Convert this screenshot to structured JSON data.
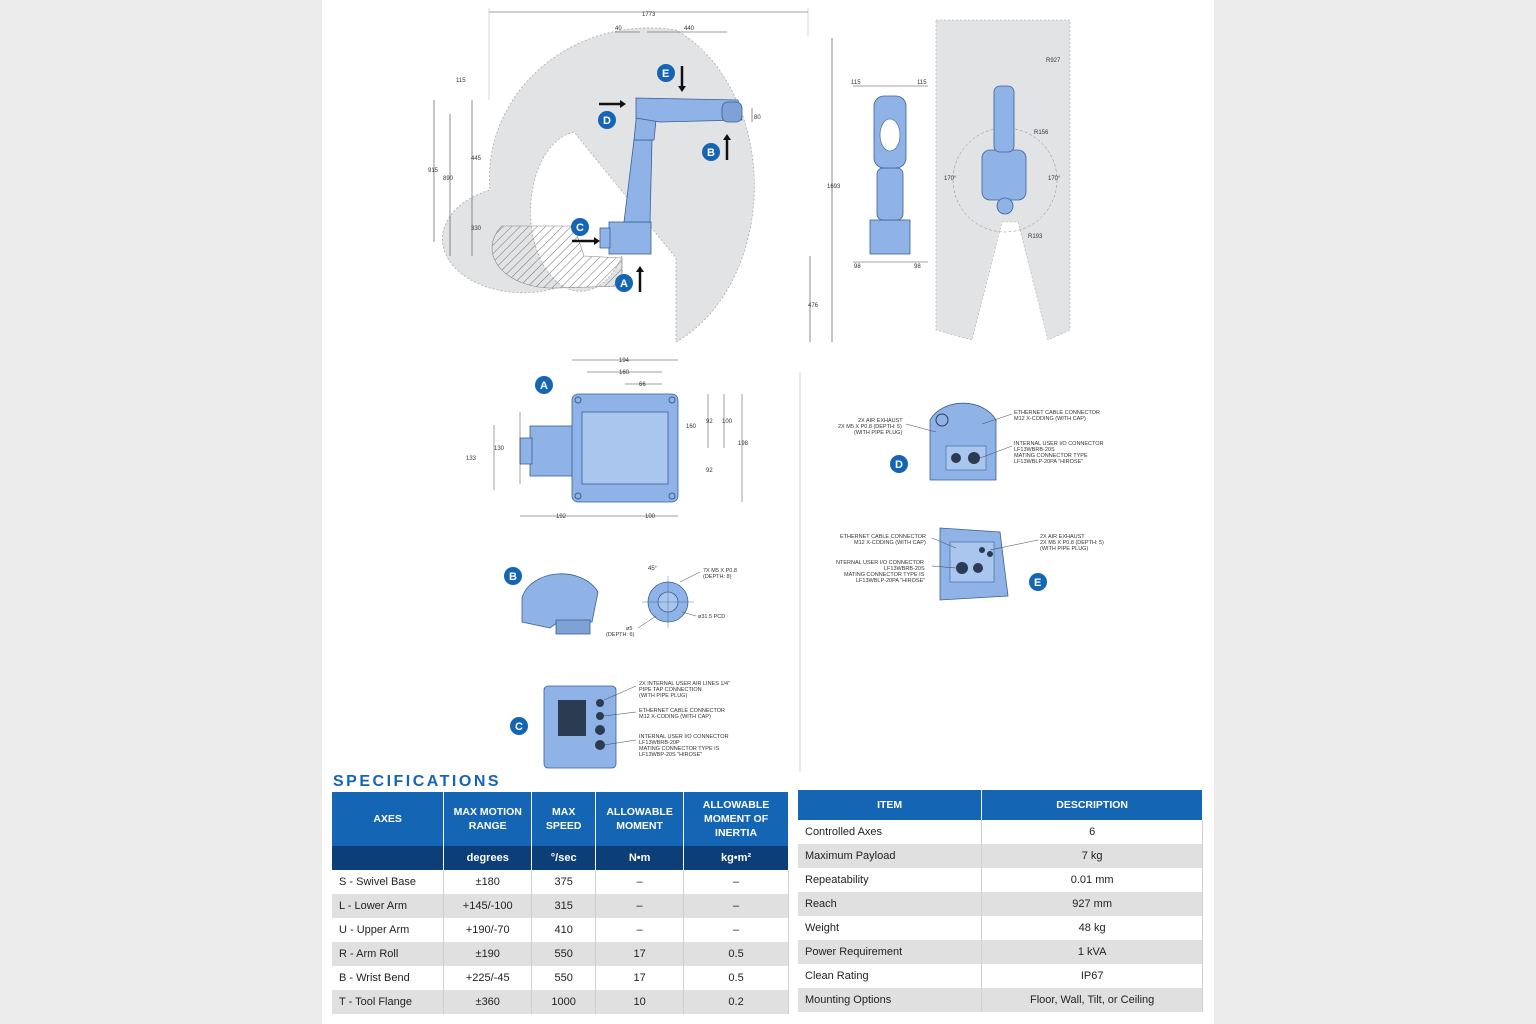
{
  "colors": {
    "accent": "#1565b5",
    "dark_blue": "#0c3e78",
    "robot_blue": "#8fb3e6",
    "envelope_gray": "#e2e3e4"
  },
  "drawing": {
    "side_dims": [
      "1773",
      "40",
      "440",
      "115",
      "915",
      "890",
      "445",
      "330",
      "80",
      "1693",
      "476"
    ],
    "front_dims": [
      "115",
      "115",
      "98",
      "98"
    ],
    "top_dims": [
      "R927",
      "R156",
      "170°",
      "170°",
      "R193"
    ],
    "base_dims": [
      "194",
      "160",
      "66",
      "160",
      "92",
      "100",
      "198",
      "92",
      "130",
      "133",
      "192",
      "100"
    ],
    "flange_dims": [
      "45°"
    ],
    "markers": [
      "A",
      "B",
      "C",
      "D",
      "E"
    ],
    "notes": {
      "b_bolts": [
        "7X M5 X P0.8",
        "(DEPTH: 8)"
      ],
      "b_pcd": "ø31.5 PCD",
      "b_hole": [
        "ø5",
        "(DEPTH: 6)"
      ],
      "c_air": [
        "2X INTERNAL USER AIR LINES 1/4\"",
        "PIPE TAP CONNECTION",
        "(WITH PIPE PLUG)"
      ],
      "c_eth": [
        "ETHERNET CABLE CONNECTOR",
        "M12 X-CODING (WITH CAP)"
      ],
      "c_io": [
        "INTERNAL USER I/O CONNECTOR",
        "LF13WBRB-20P",
        "MATING CONNECTOR TYPE IS",
        "LF13WBP-20S \"HIROSE\""
      ],
      "d_air": [
        "2X AIR EXHAUST",
        "2X M5 X P0.8 (DEPTH: 5)",
        "(WITH PIPE PLUG)"
      ],
      "d_eth": [
        "ETHERNET CABLE CONNECTOR",
        "M12 X-CODING (WITH CAP)"
      ],
      "d_io": [
        "INTERNAL USER I/O CONNECTOR",
        "LF13WBRB-20S",
        "MATING CONNECTOR TYPE",
        "LF13WBLP-20PA \"HIROSE\""
      ],
      "e_eth": [
        "ETHERNET CABLE CONNECTOR",
        "M12 X-CODING (WITH CAP)"
      ],
      "e_io": [
        "NTERNAL USER I/O CONNECTOR",
        "LF13WBRB-20S",
        "MATING CONNECTOR TYPE IS",
        "LF13WBLP-20PA \"HIROSE\""
      ],
      "e_air": [
        "2X AIR EXHAUST",
        "2X M5 X P0.8 (DEPTH: 5)",
        "(WITH PIPE PLUG)"
      ]
    }
  },
  "specs_title": "SPECIFICATIONS",
  "axes_table": {
    "headers": [
      "AXES",
      "MAX MOTION RANGE",
      "MAX SPEED",
      "ALLOWABLE MOMENT",
      "ALLOWABLE MOMENT OF INERTIA"
    ],
    "units": [
      "",
      "degrees",
      "°/sec",
      "N•m",
      "kg•m²"
    ],
    "rows": [
      [
        "S - Swivel Base",
        "±180",
        "375",
        "–",
        "–"
      ],
      [
        "L - Lower Arm",
        "+145/-100",
        "315",
        "–",
        "–"
      ],
      [
        "U - Upper Arm",
        "+190/-70",
        "410",
        "–",
        "–"
      ],
      [
        "R - Arm Roll",
        "±190",
        "550",
        "17",
        "0.5"
      ],
      [
        "B - Wrist Bend",
        "+225/-45",
        "550",
        "17",
        "0.5"
      ],
      [
        "T - Tool Flange",
        "±360",
        "1000",
        "10",
        "0.2"
      ]
    ]
  },
  "item_table": {
    "headers": [
      "ITEM",
      "DESCRIPTION"
    ],
    "rows": [
      [
        "Controlled Axes",
        "6"
      ],
      [
        "Maximum Payload",
        "7 kg"
      ],
      [
        "Repeatability",
        "0.01 mm"
      ],
      [
        "Reach",
        "927 mm"
      ],
      [
        "Weight",
        "48 kg"
      ],
      [
        "Power Requirement",
        "1 kVA"
      ],
      [
        "Clean Rating",
        "IP67"
      ],
      [
        "Mounting Options",
        "Floor, Wall, Tilt, or Ceiling"
      ]
    ]
  }
}
